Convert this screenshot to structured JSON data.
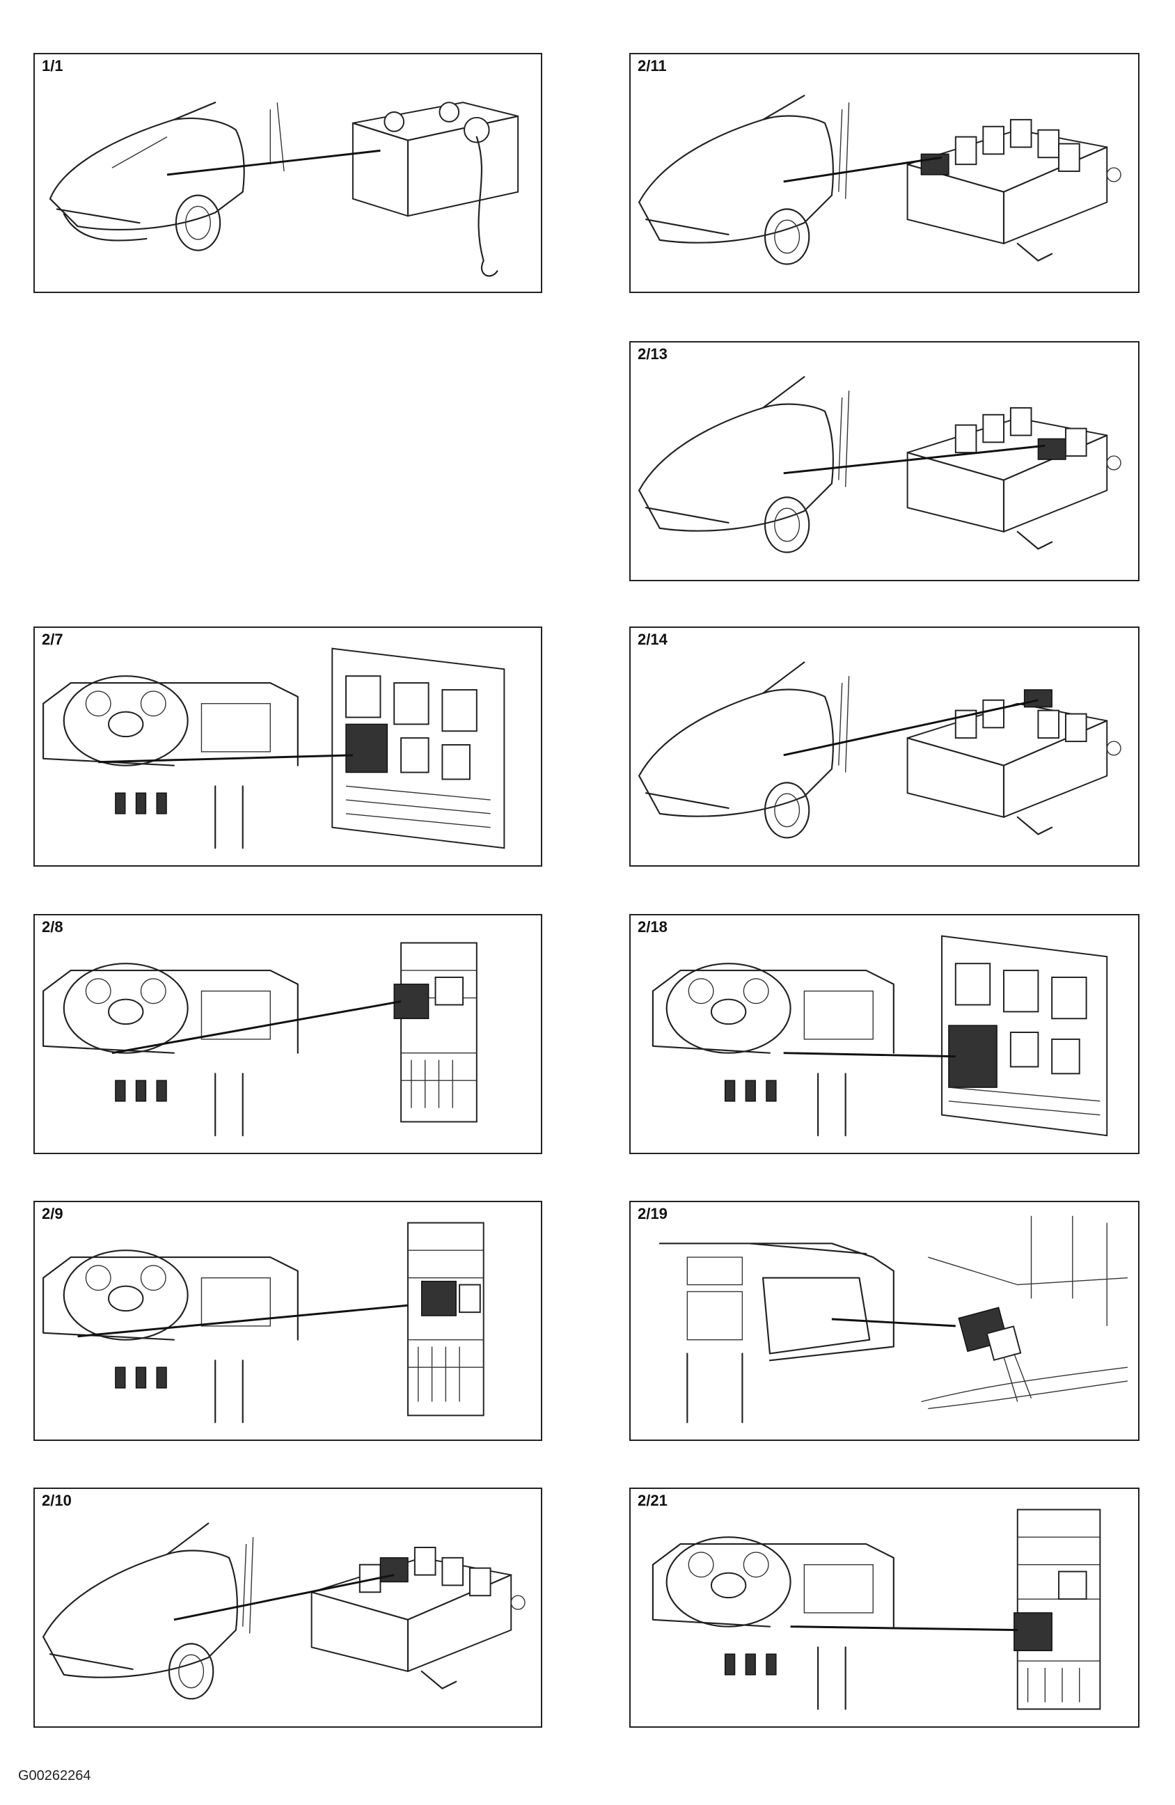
{
  "panels": [
    {
      "id": "p1",
      "label": "1/1",
      "scene": "car-battery"
    },
    {
      "id": "p2",
      "label": "2/11",
      "scene": "car-fusebox"
    },
    {
      "id": "p3",
      "label": "2/13",
      "scene": "car-fusebox"
    },
    {
      "id": "p4",
      "label": "2/7",
      "scene": "dash-relaypanel"
    },
    {
      "id": "p5",
      "label": "2/14",
      "scene": "car-fusebox"
    },
    {
      "id": "p6",
      "label": "2/8",
      "scene": "dash-tallbox"
    },
    {
      "id": "p7",
      "label": "2/18",
      "scene": "dash-relaypanel"
    },
    {
      "id": "p8",
      "label": "2/9",
      "scene": "dash-tallbox"
    },
    {
      "id": "p9",
      "label": "2/19",
      "scene": "glovebox-connector"
    },
    {
      "id": "p10",
      "label": "2/10",
      "scene": "car-fusebox"
    },
    {
      "id": "p11",
      "label": "2/21",
      "scene": "dash-tallbox"
    }
  ],
  "figure_code": "G00262264"
}
